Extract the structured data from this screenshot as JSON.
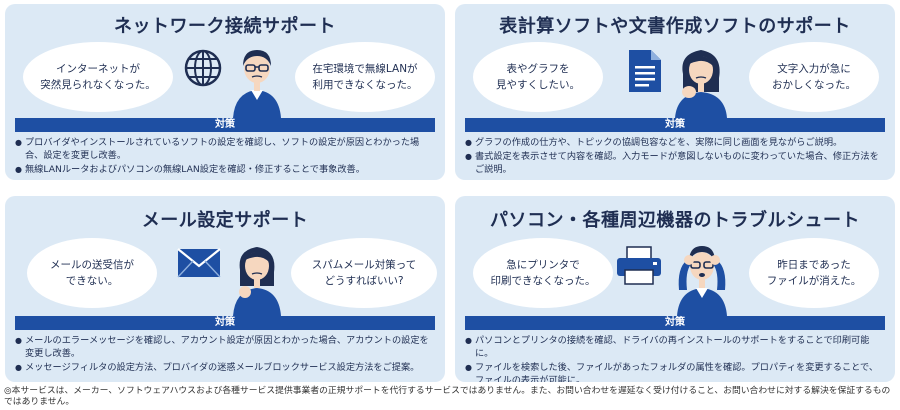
{
  "colors": {
    "panel_bg": "#dce9f5",
    "bar": "#1e4fa3",
    "text": "#1f2e52"
  },
  "panels": [
    {
      "title": "ネットワーク接続サポート",
      "bubble_left": "インターネットが\n突然見られなくなった。",
      "bubble_right": "在宅環境で無線LANが\n利用できなくなった。",
      "icon": "globe-icon",
      "bar": "対策",
      "solutions": [
        "プロバイダやインストールされているソフトの設定を確認し、ソフトの設定が原因とわかった場合、設定を変更し改善。",
        "無線LANルータおよびパソコンの無線LAN設定を確認・修正することで事象改善。"
      ]
    },
    {
      "title": "表計算ソフトや文書作成ソフトのサポート",
      "bubble_left": "表やグラフを\n見やすくしたい。",
      "bubble_right": "文字入力が急に\nおかしくなった。",
      "icon": "document-icon",
      "bar": "対策",
      "solutions": [
        "グラフの作成の仕方や、トピックの協調包容などを、実際に同じ画面を見ながらご説明。",
        "書式設定を表示させて内容を確認。入力モードが意図しないものに変わっていた場合、修正方法をご説明。"
      ]
    },
    {
      "title": "メール設定サポート",
      "bubble_left": "メールの送受信が\nできない。",
      "bubble_right": "スパムメール対策って\nどうすればいい?",
      "icon": "envelope-icon",
      "bar": "対策",
      "solutions": [
        "メールのエラーメッセージを確認し、アカウント設定が原因とわかった場合、アカウントの設定を変更し改善。",
        "メッセージフィルタの設定方法、プロバイダの迷惑メールブロックサービス設定方法をご提案。"
      ]
    },
    {
      "title": "パソコン・各種周辺機器のトラブルシュート",
      "bubble_left": "急にプリンタで\n印刷できなくなった。",
      "bubble_right": "昨日まであった\nファイルが消えた。",
      "icon": "printer-icon",
      "bar": "対策",
      "solutions": [
        "パソコンとプリンタの接続を確認、ドライバの再インストールのサポートをすることで印刷可能に。",
        "ファイルを検索した後、ファイルがあったフォルダの属性を確認。プロパティを変更することで、ファイルの表示が可能に。"
      ]
    }
  ],
  "footnote": "◎本サービスは、メーカー、ソフトウェアハウスおよび各種サービス提供事業者の正規サポートを代行するサービスではありません。また、お問い合わせを遅延なく受け付けること、お問い合わせに対する解決を保証するものではありません。"
}
